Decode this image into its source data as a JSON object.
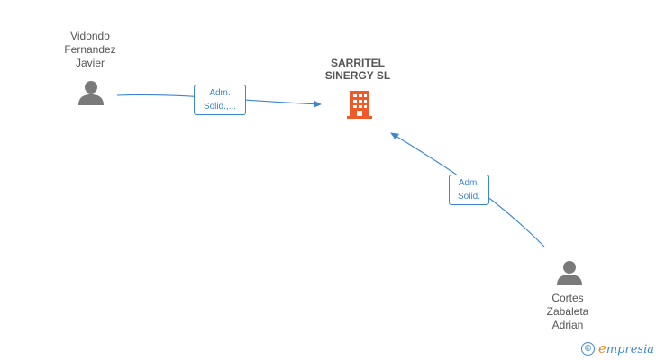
{
  "company": {
    "name": "SARRITEL\nSINERGY  SL",
    "icon": "building-icon",
    "color": "#f05a28"
  },
  "persons": [
    {
      "name": "Vidondo\nFernandez\nJavier",
      "icon": "person-icon"
    },
    {
      "name": "Cortes\nZabaleta\nAdrian",
      "icon": "person-icon"
    }
  ],
  "relations": [
    {
      "role": "Adm.\nSolid.,..."
    },
    {
      "role": "Adm.\nSolid."
    }
  ],
  "colors": {
    "link": "#3a85d4",
    "person": "#7a7a7a",
    "company": "#f05a28"
  },
  "watermark": {
    "symbol": "©",
    "brand_initial": "e",
    "brand_rest": "mpresia"
  }
}
